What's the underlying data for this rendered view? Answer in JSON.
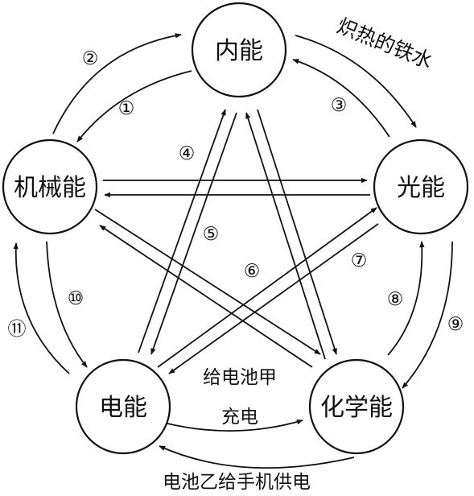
{
  "nodes": {
    "internal": "内能",
    "mechanical": "机械能",
    "light": "光能",
    "electric": "电能",
    "chemical": "化学能"
  },
  "markers": [
    "①",
    "②",
    "③",
    "④",
    "⑤",
    "⑥",
    "⑦",
    "⑧",
    "⑨",
    "⑩",
    "⑪"
  ],
  "captions": {
    "hot_iron": "炽热的铁水",
    "charge_line1": "给电池甲",
    "charge_line2": "充电",
    "phone_supply": "电池乙给手机供电"
  }
}
